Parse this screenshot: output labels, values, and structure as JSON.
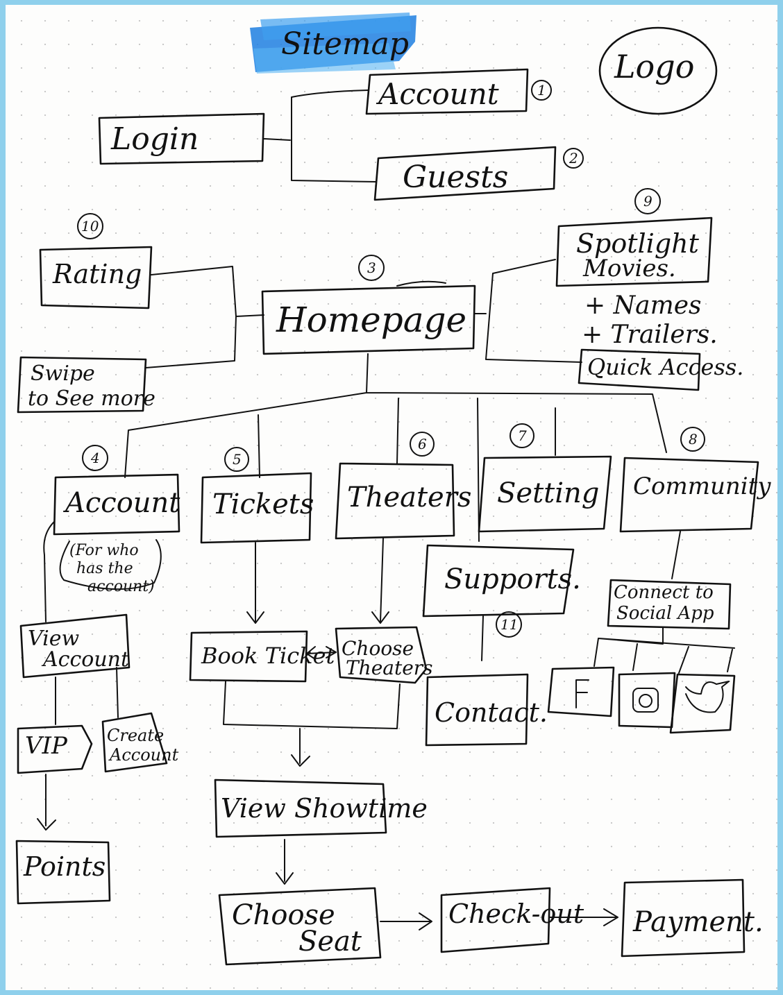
{
  "title": "Sitemap",
  "logo": "Logo",
  "colors": {
    "ink": "#111111",
    "highlight": "#1f7fe0",
    "frame": "#8fd0ec",
    "paper": "#fdfdfc"
  },
  "nodes": {
    "login": "Login",
    "account_top": "Account",
    "guests": "Guests",
    "homepage": "Homepage",
    "rating": "Rating",
    "swipe_line1": "Swipe",
    "swipe_line2": "to See more",
    "spotlight_line1": "Spotlight",
    "spotlight_line2": "Movies.",
    "spotlight_note1": "+ Names",
    "spotlight_note2": "+ Trailers.",
    "quick_access": "Quick Access.",
    "account": "Account",
    "account_note_line1": "(For who",
    "account_note_line2": "has the",
    "account_note_line3": "account)",
    "tickets": "Tickets",
    "theaters": "Theaters",
    "supports": "Supports.",
    "setting": "Setting",
    "community": "Community",
    "view_account_line1": "View",
    "view_account_line2": "Account",
    "vip": "VIP",
    "create_account_line1": "Create",
    "create_account_line2": "Account",
    "points": "Points",
    "book_ticket": "Book Ticket",
    "choose_theaters_line1": "Choose",
    "choose_theaters_line2": "Theaters",
    "contact": "Contact.",
    "connect_line1": "Connect to",
    "connect_line2": "Social App",
    "view_showtime": "View Showtime",
    "choose_seat_line1": "Choose",
    "choose_seat_line2": "Seat",
    "checkout": "Check-out",
    "payment": "Payment."
  },
  "social_icons": [
    "facebook-icon",
    "instagram-icon",
    "twitter-icon"
  ],
  "numbers": {
    "account_top": "1",
    "guests": "2",
    "homepage": "3",
    "account": "4",
    "tickets": "5",
    "theaters": "6",
    "setting": "7",
    "community": "8",
    "spotlight": "9",
    "rating": "10",
    "supports": "11"
  }
}
